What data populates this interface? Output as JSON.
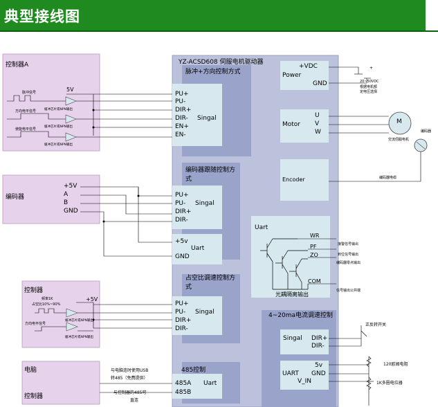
{
  "page": {
    "title": "典型接线图"
  },
  "driver": {
    "title": "YZ-ACSD608 伺服电机驱动器",
    "pulse_mode": {
      "title": "脉冲+方向控制方式",
      "pins": [
        "PU+",
        "PU-",
        "DIR+",
        "DIR-",
        "EN+",
        "EN-"
      ],
      "signal": "Singal"
    },
    "encoder_follow": {
      "title": "编码器跟随控制方式",
      "pins": [
        "PU+",
        "PU-",
        "DIR+",
        "DIR-"
      ],
      "signal": "Singal",
      "uart_pins": [
        "+5v",
        "GND"
      ],
      "uart": "Uart"
    },
    "duty_speed": {
      "title": "占空比调速控制方式",
      "pins": [
        "PU+",
        "PU-",
        "DIR+",
        "DIR-"
      ],
      "signal": "Singal"
    },
    "rs485": {
      "title": "485控制",
      "pins": [
        "485A",
        "485B"
      ],
      "uart": "Uart"
    },
    "power": {
      "vdc": "+VDC",
      "label": "Power",
      "gnd": "GND"
    },
    "motor": {
      "label": "Motor",
      "pins": [
        "U",
        "V",
        "W"
      ]
    },
    "encoder": {
      "label": "Encoder"
    },
    "uart_out": {
      "title": "Uart",
      "signals": [
        "WR",
        "PF",
        "ZO",
        "COM"
      ],
      "isolation": "光耦隔离输出"
    },
    "current_mode": {
      "title": "4~20ma电流调速控制",
      "signal": "Singal",
      "pins": [
        "DIR+",
        "DIR-"
      ],
      "uart": "UART",
      "uart_pins": [
        "5v",
        "GND",
        "V_IN"
      ]
    }
  },
  "controller_a": {
    "title": "控制器A",
    "voltage": "5V",
    "signals": [
      "脉冲信号",
      "方向电平信号",
      "使能电平信号"
    ],
    "driver_note": "缓冲芯片或NPN输出"
  },
  "encoder_src": {
    "title": "编码器",
    "pins": [
      "+5V",
      "A",
      "B",
      "GND"
    ]
  },
  "controller_b": {
    "title": "控制器",
    "freq": "频率1K",
    "duty": "占空比10%~90%",
    "voltage": "+5V",
    "signal": "方向电平信号",
    "driver_note": "缓冲芯片或NPN输出"
  },
  "pc": {
    "title": "电脑",
    "controller": "控制器",
    "usb_note": [
      "与电脑连时使用USB",
      "转485（免费提供）"
    ],
    "ctrl_note": [
      "与控制器的485可",
      "直连"
    ]
  },
  "annotations": {
    "plus": "+",
    "supply": [
      "20~50VDC",
      "根据电机额",
      "定电压选择"
    ],
    "motor_symbol": "M",
    "motor": "交流伺服电机",
    "encoder": "编码器",
    "encoder_cable": "编码器电缆",
    "wr_out": "接警信号输出",
    "pf_out": "到位信号输出",
    "zo_out": "编码器零点输出",
    "com_out": "信号输出公共端",
    "reverse_switch": "正反转开关",
    "resistor": "120欧姆电阻",
    "pot": "1K多圈电位器"
  },
  "colors": {
    "header": "#1f8a1f",
    "driver_bg": "#bcc2dc",
    "block_bg": "#d7e9ef",
    "section_bg": "#9aa3c9",
    "lavender": "#e6d2ea"
  }
}
